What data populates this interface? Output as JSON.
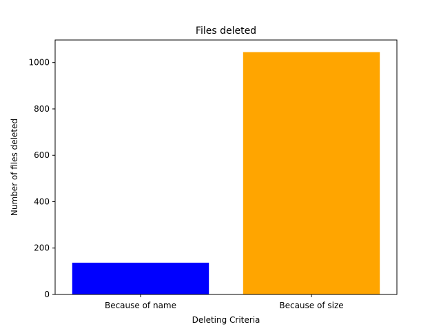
{
  "chart_data": {
    "type": "bar",
    "title": "Files deleted",
    "xlabel": "Deleting Criteria",
    "ylabel": "Number of files deleted",
    "categories": [
      "Because of name",
      "Because of size"
    ],
    "values": [
      137,
      1045
    ],
    "colors": [
      "#0000ff",
      "#ffa500"
    ],
    "ylim": [
      0,
      1097.25
    ],
    "yticks": [
      0,
      200,
      400,
      600,
      800,
      1000
    ],
    "grid": false,
    "legend": "none"
  }
}
